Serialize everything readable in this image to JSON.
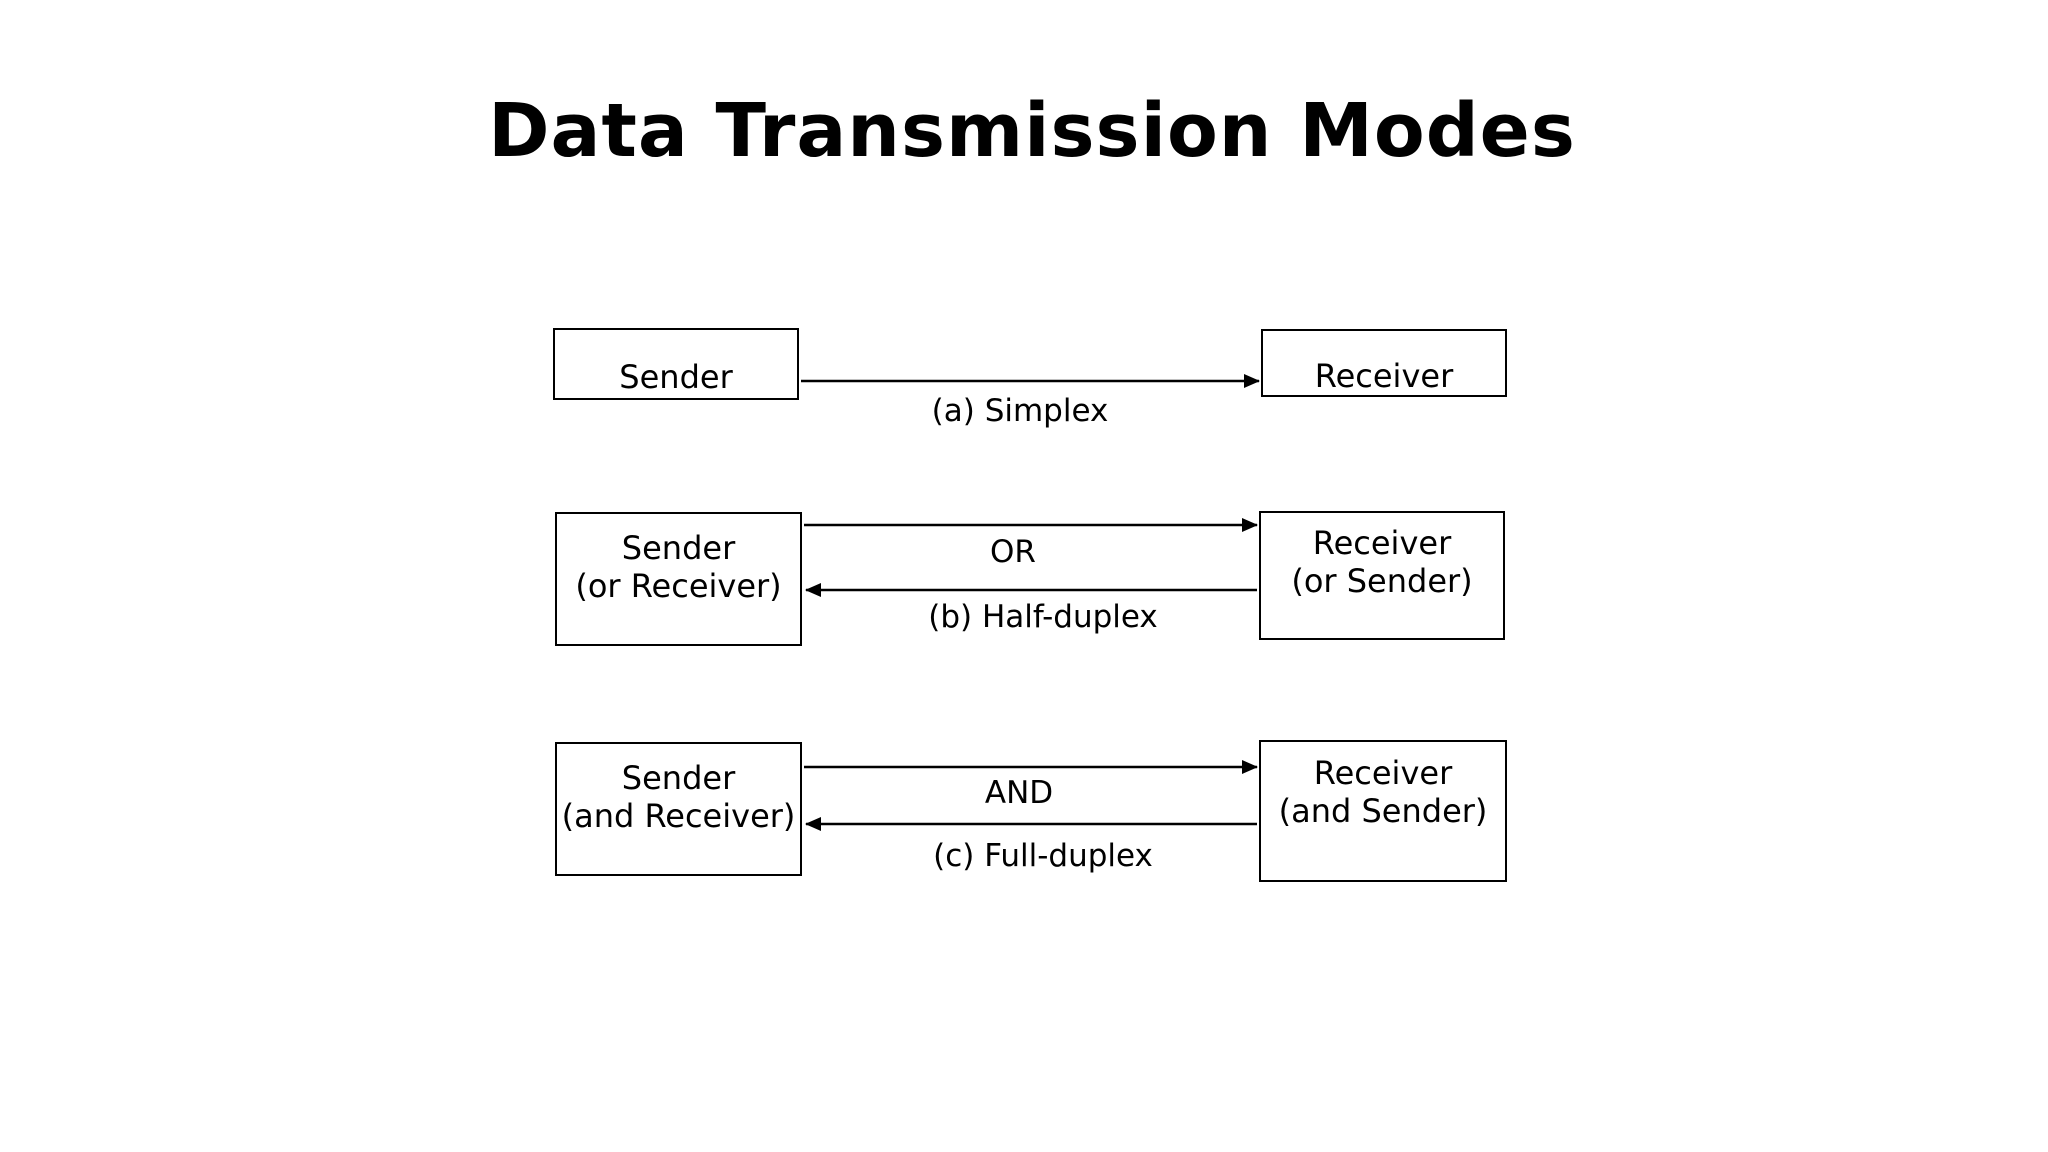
{
  "title": "Data Transmission Modes",
  "colors": {
    "background": "#ffffff",
    "foreground": "#000000"
  },
  "modes": [
    {
      "id": "simplex",
      "caption": "(a) Simplex",
      "channel": "",
      "direction": "one-way",
      "sender": {
        "line1": "Sender",
        "line2": ""
      },
      "receiver": {
        "line1": "Receiver",
        "line2": ""
      },
      "arrows": [
        "right"
      ]
    },
    {
      "id": "half-duplex",
      "caption": "(b) Half-duplex",
      "channel": "OR",
      "direction": "two-way-alternate",
      "sender": {
        "line1": "Sender",
        "line2": "(or Receiver)"
      },
      "receiver": {
        "line1": "Receiver",
        "line2": "(or Sender)"
      },
      "arrows": [
        "right",
        "left"
      ]
    },
    {
      "id": "full-duplex",
      "caption": "(c) Full-duplex",
      "channel": "AND",
      "direction": "two-way-simultaneous",
      "sender": {
        "line1": "Sender",
        "line2": "(and Receiver)"
      },
      "receiver": {
        "line1": "Receiver",
        "line2": "(and Sender)"
      },
      "arrows": [
        "right",
        "left"
      ]
    }
  ]
}
